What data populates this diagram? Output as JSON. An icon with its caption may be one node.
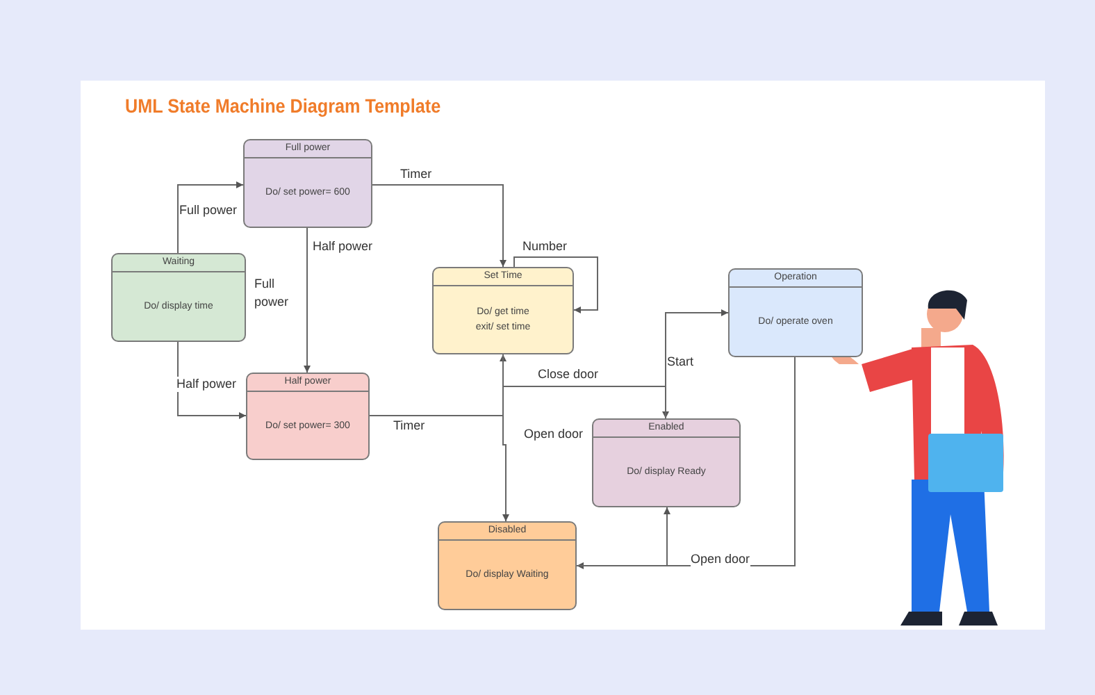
{
  "diagram": {
    "title": "UML State Machine Diagram Template",
    "nodes": [
      {
        "text": [
          "Full power",
          "Do/ set power= 600"
        ]
      },
      {
        "text": [
          "Waiting",
          "Do/ display time"
        ]
      },
      {
        "text": [
          "Set Time",
          "Do/ get time",
          "exit/ set time"
        ]
      },
      {
        "text": [
          "Operation",
          "Do/ operate oven"
        ]
      },
      {
        "text": [
          "Half power",
          "Do/ set power= 300"
        ]
      },
      {
        "text": [
          "Enabled",
          "Do/ display Ready"
        ]
      },
      {
        "text": [
          "Disabled",
          "Do/ display Waiting"
        ]
      }
    ],
    "edges": [
      {
        "from": 1,
        "to": 0,
        "arrow": "to",
        "label": "Full power"
      },
      {
        "from": 1,
        "to": 4,
        "arrow": "to",
        "label": "Half power"
      },
      {
        "from": 0,
        "to": 4,
        "arrow": "to",
        "label": "Half power"
      },
      {
        "from": 0,
        "to": 2,
        "arrow": "to",
        "label": "Timer"
      },
      {
        "from": 2,
        "to": 2,
        "arrow": "to",
        "label": "Number"
      },
      {
        "from": 4,
        "to": 2,
        "arrow": "to",
        "label": "Timer"
      },
      {
        "from": 2,
        "to": 5,
        "arrow": "to",
        "label": "Close door"
      },
      {
        "from": 5,
        "to": 3,
        "arrow": "to",
        "label": "Start"
      },
      {
        "from": 2,
        "to": 6,
        "arrow": "to",
        "label": "Open door"
      },
      {
        "from": 3,
        "to": 6,
        "arrow": "to",
        "label": "Open door"
      },
      {
        "from": 6,
        "to": 5,
        "arrow": "to"
      }
    ],
    "labels": [
      "Full power"
    ]
  }
}
